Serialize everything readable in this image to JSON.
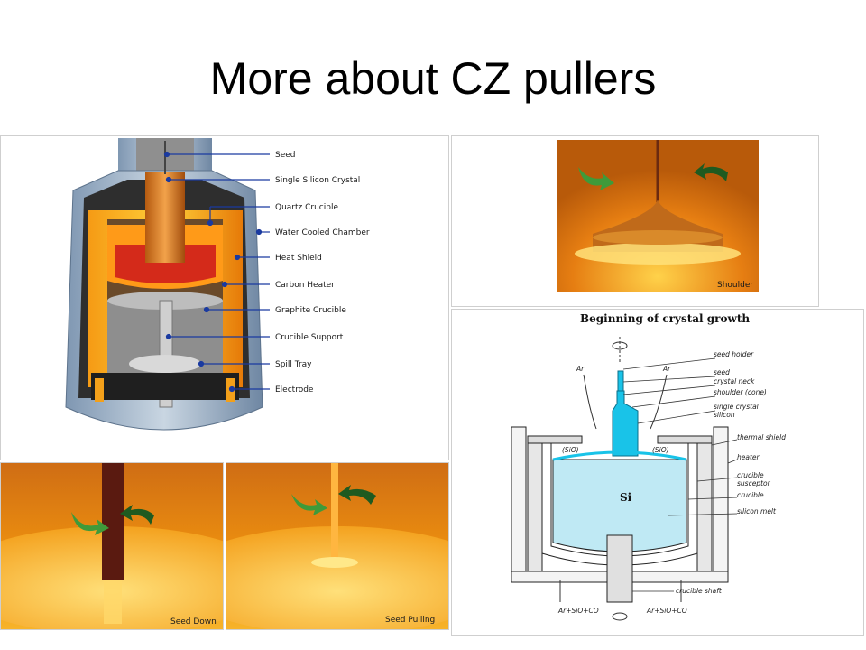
{
  "slide": {
    "title": "More about CZ pullers"
  },
  "puller": {
    "labels": [
      "Seed",
      "Single Silicon Crystal",
      "Quartz Crucible",
      "Water Cooled Chamber",
      "Heat Shield",
      "Carbon Heater",
      "Graphite Crucible",
      "Crucible Support",
      "Spill Tray",
      "Electrode"
    ]
  },
  "photos": {
    "shoulder": "Shoulder",
    "seed_down": "Seed Down",
    "seed_pulling": "Seed Pulling"
  },
  "sketch": {
    "title": "Beginning of crystal growth",
    "labels": [
      "seed holder",
      "seed",
      "crystal neck",
      "shoulder (cone)",
      "single crystal",
      "silicon",
      "thermal shield",
      "heater",
      "crucible",
      "susceptor",
      "crucible",
      "silicon melt",
      "crucible shaft"
    ],
    "ar_left": "Ar",
    "ar_right": "Ar",
    "sio_left": "(SiO)",
    "sio_right": "(SiO)",
    "si": "Si",
    "flow_left": "Ar+SiO+CO",
    "flow_right": "Ar+SiO+CO"
  },
  "colors": {
    "orange": "#e88a10",
    "melt": "#f7b32a",
    "seed": "#5a1a10",
    "arrow_green": "#3f9a3a",
    "sketch_cyan": "#19c3e8"
  }
}
